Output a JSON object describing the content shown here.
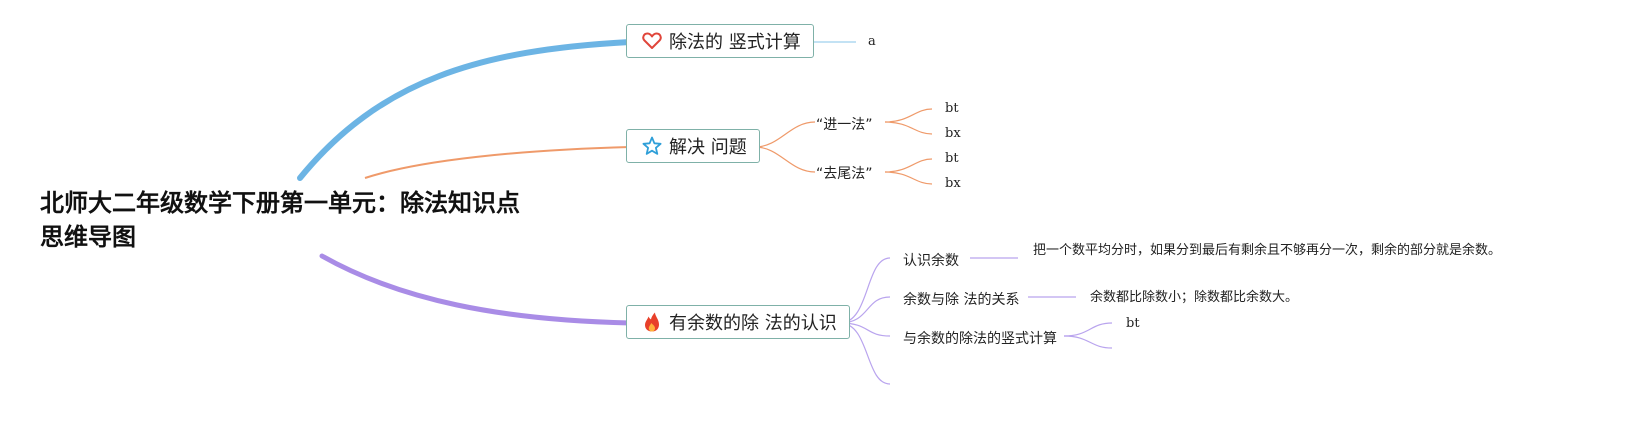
{
  "root": {
    "title": "北师大二年级数学下册第一单元：除法知识点思维导图"
  },
  "branches": [
    {
      "label": "除法的 竖式计算",
      "icon": "heart-icon",
      "color": "#6cb4e4",
      "children": [
        {
          "label": "a"
        }
      ]
    },
    {
      "label": "解决 问题",
      "icon": "star-icon",
      "color": "#ef9a6a",
      "children": [
        {
          "label": "“进一法”",
          "children": [
            {
              "label": "bt"
            },
            {
              "label": "bx"
            }
          ]
        },
        {
          "label": "“去尾法”",
          "children": [
            {
              "label": "bt"
            },
            {
              "label": "bx"
            }
          ]
        }
      ]
    },
    {
      "label": "有余数的除 法的认识",
      "icon": "fire-icon",
      "color": "#a98ce6",
      "children": [
        {
          "label": "认识余数",
          "note": "把一个数平均分时，如果分到最后有剩余且不够再分一次，剩余的部分就是余数。"
        },
        {
          "label": "余数与除 法的关系",
          "note": "余数都比除数小；除数都比余数大。"
        },
        {
          "label": "与余数的除法的竖式计算",
          "children": [
            {
              "label": "bt"
            }
          ]
        }
      ]
    }
  ]
}
